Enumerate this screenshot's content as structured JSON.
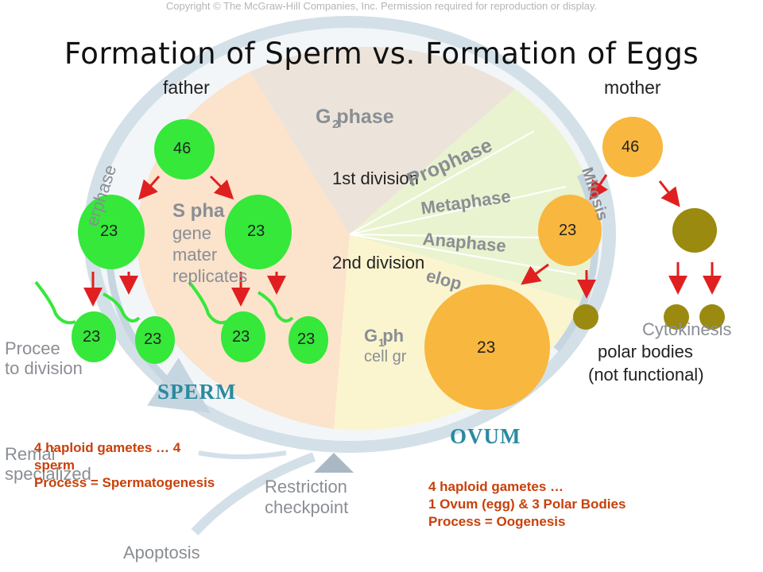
{
  "copyright": "Copyright © The McGraw-Hill Companies, Inc. Permission required for reproduction or display.",
  "title": "Formation of Sperm vs. Formation of Eggs",
  "background_cycle": {
    "g2_phase": "G  phase",
    "g2_sub": "2",
    "first_division": "1st division",
    "second_division": "2nd division",
    "prophase": "Prophase",
    "metaphase": "Metaphase",
    "anaphase": "Anaphase",
    "telophase": "elop",
    "s_phase_lines": [
      "S pha",
      "gene",
      "mater",
      "replicates"
    ],
    "g1_phase": "G  ph",
    "g1_sub": "1",
    "g1_line2": "cell gr",
    "interphase": "erphase",
    "mitosis": "Mitosis",
    "cytokinesis": "Cytokinesis",
    "proceed_lines": [
      "Procee",
      "to division"
    ],
    "remain_lines": [
      "Remai",
      "specialized"
    ],
    "restriction_lines": [
      "Restriction",
      "checkpoint"
    ],
    "apoptosis": "Apoptosis"
  },
  "father": {
    "label": "father",
    "parent_cell": "46",
    "daughter_cells": [
      "23",
      "23"
    ],
    "sperm_cells": [
      "23",
      "23",
      "23",
      "23"
    ],
    "caption": "SPERM"
  },
  "mother": {
    "label": "mother",
    "parent_cell": "46",
    "daughter_cell": "23",
    "ovum_cell": "23",
    "polar_bodies_label": [
      "polar bodies",
      "(not functional)"
    ],
    "caption": "OVUM"
  },
  "sperm_note": {
    "lines": [
      "4 haploid gametes … 4",
      "sperm",
      "Process = Spermatogenesis"
    ]
  },
  "ovum_note": {
    "lines": [
      "4 haploid gametes …",
      "1 Ovum (egg) & 3 Polar Bodies",
      "Process = Oogenesis"
    ]
  },
  "colors": {
    "sperm_green": "#35e83a",
    "egg_orange": "#f8b73e",
    "polar_olive": "#9a8a10",
    "arrow_red": "#e02020",
    "note_orange": "#c8400a",
    "s_phase_fill": "#fbe3cc",
    "g1_fill": "#fbf5cf",
    "g2_fill": "#ece4da",
    "mitosis_fill": "#eaf3cf",
    "ring_blue": "#c6d6e0"
  }
}
